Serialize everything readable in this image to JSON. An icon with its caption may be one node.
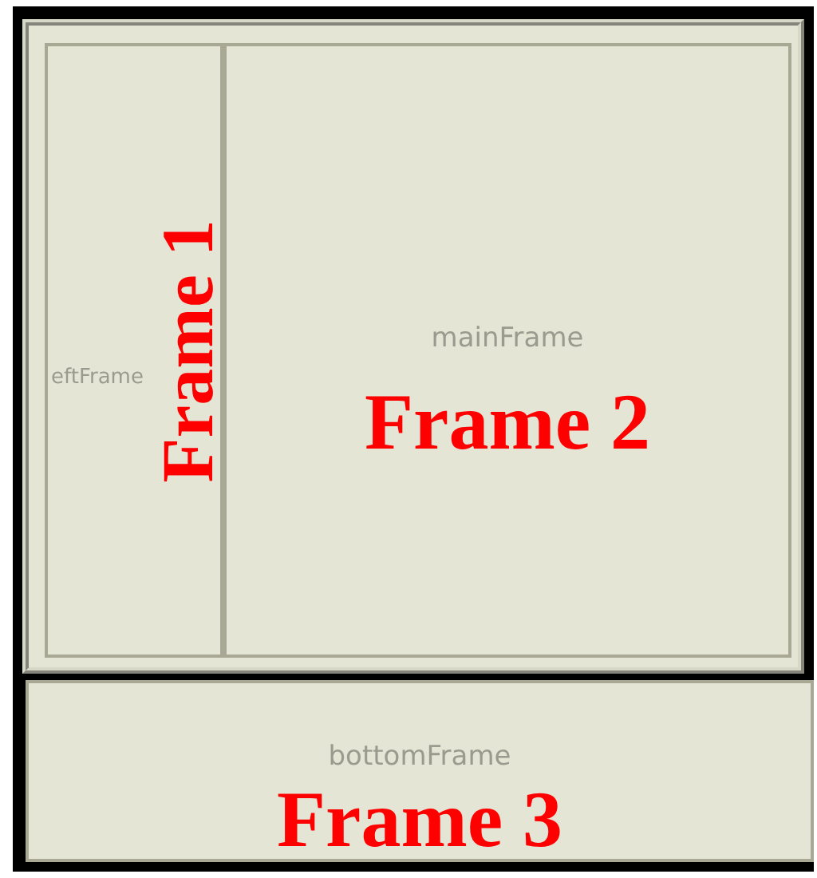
{
  "diagram": {
    "nodes": [
      {
        "text": [
          "eftFrame",
          "Frame 1"
        ]
      },
      {
        "text": [
          "mainFrame",
          "Frame 2"
        ]
      },
      {
        "text": [
          "bottomFrame",
          "Frame 3"
        ]
      }
    ]
  }
}
